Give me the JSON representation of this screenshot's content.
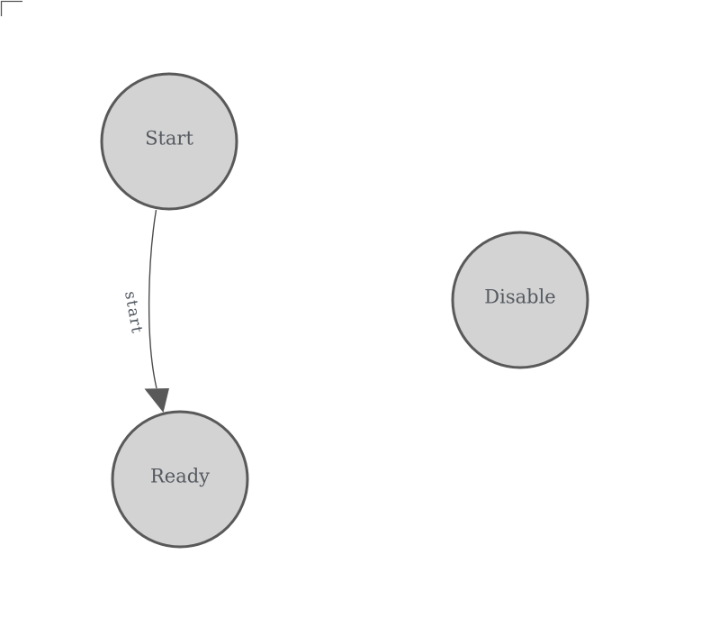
{
  "diagram": {
    "nodes": [
      {
        "label": "Start"
      },
      {
        "label": "Ready"
      },
      {
        "label": "Disable"
      }
    ],
    "edge": {
      "label": "start",
      "from": "Start",
      "to": "Ready"
    },
    "colors": {
      "background": "#ffffff",
      "node_fill": "#d3d3d3",
      "node_stroke": "#595959",
      "node_text": "#555a60",
      "edge_stroke": "#4c4c4c",
      "arrowhead_fill": "#595959",
      "edge_label_text": "#4e555d",
      "corner_mark": "#565656"
    }
  }
}
